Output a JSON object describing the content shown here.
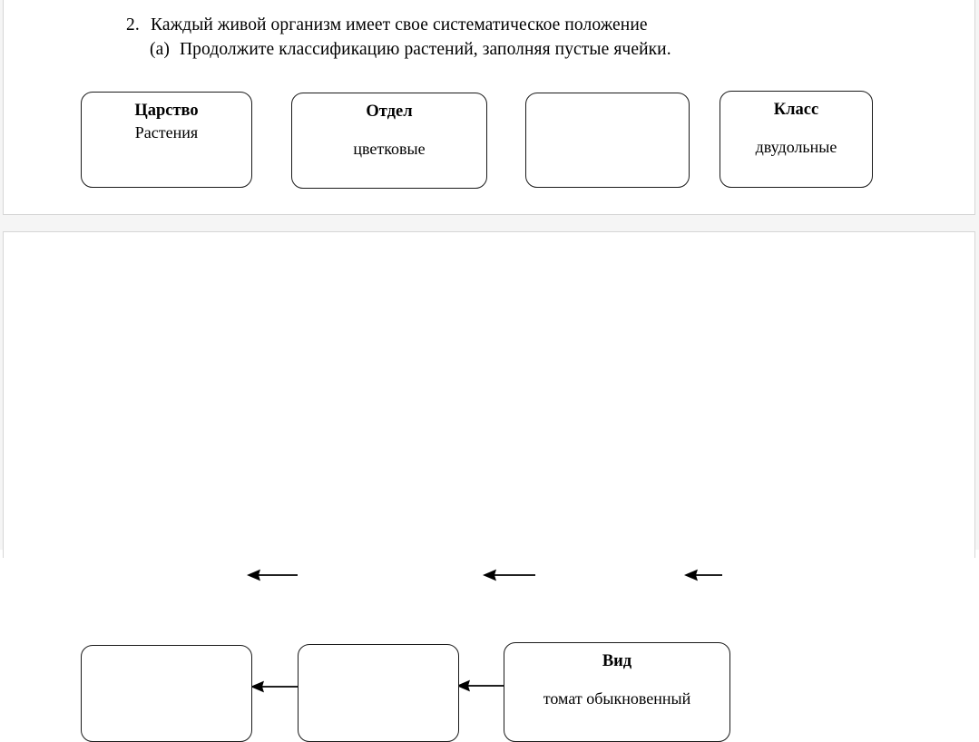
{
  "document": {
    "language": "ru",
    "background_color": "#ffffff",
    "panel_border_color": "#d6d6d6",
    "box_border_color": "#1a1a1a",
    "ink_color": "#000000"
  },
  "question": {
    "number": "2.",
    "prompt": "Каждый живой организм имеет свое систематическое положение",
    "sub_label": "(a)",
    "sub_prompt": "Продолжите классификацию растений, заполняя пустые ячейки."
  },
  "diagram": {
    "top_row": [
      {
        "id": "kingdom",
        "title": "Царство",
        "value": "Растения",
        "empty": false,
        "spacing": "tight"
      },
      {
        "id": "division",
        "title": "Отдел",
        "value": "цветковые",
        "empty": false,
        "spacing": "loose"
      },
      {
        "id": "blank-order",
        "title": "",
        "value": "",
        "empty": true,
        "spacing": "loose"
      },
      {
        "id": "class",
        "title": "Класс",
        "value": "двудольные",
        "empty": false,
        "spacing": "loose"
      }
    ],
    "bottom_row": [
      {
        "id": "blank-genus",
        "title": "",
        "value": "",
        "empty": true,
        "spacing": "loose"
      },
      {
        "id": "blank-family",
        "title": "",
        "value": "",
        "empty": true,
        "spacing": "loose"
      },
      {
        "id": "species",
        "title": "Вид",
        "value": "томат обыкновенный",
        "empty": false,
        "spacing": "loose"
      }
    ],
    "arrows": [
      {
        "id": "float-1",
        "direction": "left",
        "connected": false
      },
      {
        "id": "float-2",
        "direction": "left",
        "connected": false
      },
      {
        "id": "float-3",
        "direction": "left",
        "connected": false
      },
      {
        "id": "link-family-to-genus",
        "direction": "left",
        "connected": true
      },
      {
        "id": "link-species-to-family",
        "direction": "left",
        "connected": true
      }
    ]
  }
}
